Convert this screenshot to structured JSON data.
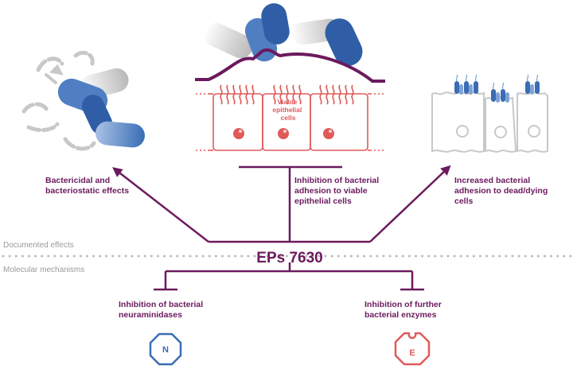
{
  "center_label": "EPs 7630",
  "sections": {
    "top": "Documented effects",
    "bottom": "Molecular mechanisms"
  },
  "effects": {
    "left": [
      "Bactericidal and",
      "bacteriostatic effects"
    ],
    "middle": [
      "Inhibition of bacterial",
      "adhesion to viable",
      "epithelial cells"
    ],
    "right": [
      "Increased bacterial",
      "adhesion to dead/dying",
      "cells"
    ]
  },
  "cell_label": [
    "Viable",
    "epithelial",
    "cells"
  ],
  "mechanisms": {
    "left": [
      "Inhibition of bacterial",
      "neuraminidases"
    ],
    "right": [
      "Inhibition of further",
      "bacterial enzymes"
    ]
  },
  "enzymes": {
    "left_letter": "N",
    "right_letter": "E"
  },
  "colors": {
    "purple": "#6b1a5e",
    "blue_dark": "#3a6db5",
    "blue_light": "#7ea3d6",
    "red": "#e05a5a",
    "gray": "#c8c8c8",
    "dot": "#bdbdbd"
  }
}
